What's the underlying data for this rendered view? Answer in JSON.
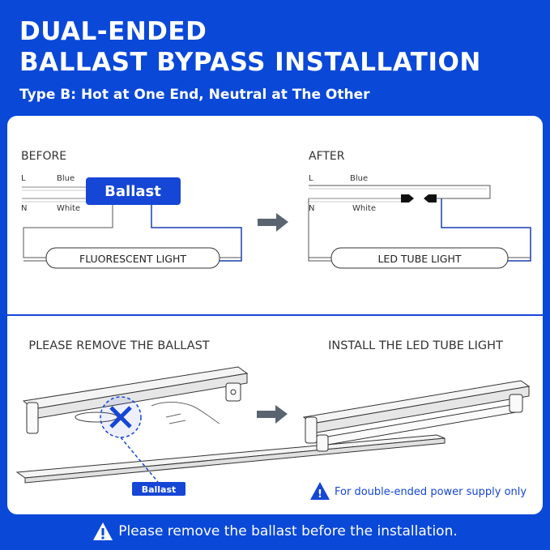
{
  "header": {
    "title_line1": "DUAL-ENDED",
    "title_line2": "BALLAST BYPASS INSTALLATION",
    "subtitle": "Type B: Hot at One End, Neutral at The Other"
  },
  "before": {
    "heading": "BEFORE",
    "wire_l": "L",
    "wire_l_color": "Blue",
    "wire_n": "N",
    "wire_n_color": "White",
    "ballast_label": "Ballast",
    "light_label": "FLUORESCENT LIGHT"
  },
  "after": {
    "heading": "AFTER",
    "wire_l": "L",
    "wire_l_color": "Blue",
    "wire_n": "N",
    "wire_n_color": "White",
    "light_label": "LED TUBE LIGHT"
  },
  "step1": {
    "heading": "PLEASE REMOVE THE BALLAST",
    "ballast_tag": "Ballast"
  },
  "step2": {
    "heading": "INSTALL THE LED TUBE LIGHT",
    "note": "For double-ended power supply only"
  },
  "footer": {
    "note": "Please remove the ballast before the installation."
  },
  "colors": {
    "brand_blue": "#0a48d8",
    "wire_blue": "#1a3fb0",
    "arrow_gray": "#5a6470",
    "line_gray": "#555555"
  }
}
